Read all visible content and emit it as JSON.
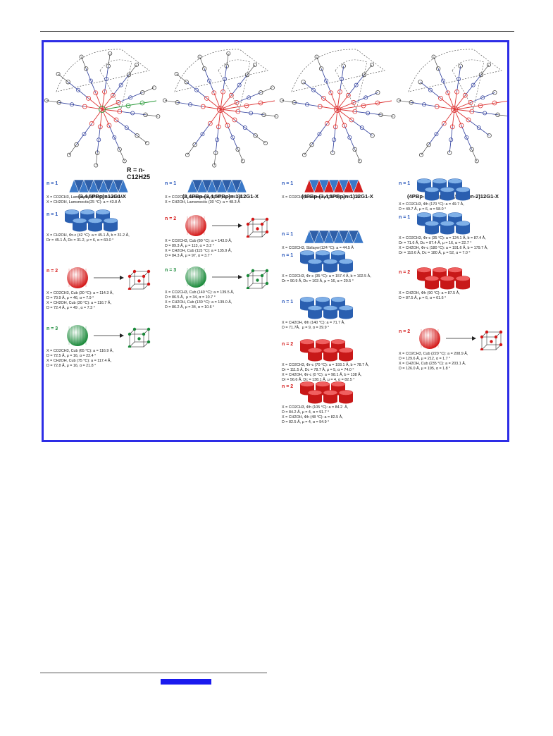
{
  "figure": {
    "r_label": "R = n-C12H25",
    "columns": [
      {
        "title": "(3,4,5PBp)n12G1-X",
        "items": [
          {
            "n": "n = 1",
            "color": "#1f4fb8",
            "shape": "lamellar",
            "lines": [
              "X = CO2CH3, Lamsmectic(25 °C): a = 45.5 Å",
              "X = CH2OH, Lamsmectic(25 °C): a = 43.8 Å"
            ]
          },
          {
            "n": "n = 1",
            "color": "#1f4fb8",
            "shape": "columns-blue",
            "lines": [
              "X = CH2OH, Φr-c (42 °C): a = 45.1 Å, b = 31.2 Å,",
              "Dr = 45.1 Å, Dc = 31.2, μ = 6, α = 60.0 °"
            ]
          },
          {
            "n": "n = 2",
            "color": "#d41818",
            "shape": "sphere-red",
            "lines": [
              "X = CO2CH3, Cub (30 °C): a = 114.3 Å,",
              "D = 70.9 Å, μ = 46, α = 7.9 °",
              "X = CH2OH, Cub (30 °C): a = 116.7 Å,",
              "D = 72.4 Å, μ = 49 , α = 7.3 °"
            ]
          },
          {
            "n": "n = 3",
            "color": "#1a8a3a",
            "shape": "sphere-green",
            "lines": [
              "X = CO2CH3, Cub (65 °C): a = 116.9 Å,",
              "D = 72.5 Å, μ = 16, α = 22.4 °",
              "X = CH2OH, Cub (75 °C): a = 117.4 Å,",
              "D = 72.8 Å, μ = 16, α = 21.8 °"
            ]
          }
        ]
      },
      {
        "title": "(3,4PBp-(3,4,5PBp)n-1)12G1-X",
        "items": [
          {
            "n": "n = 1",
            "color": "#1f4fb8",
            "shape": "lamellar",
            "lines": [
              "X = CO2CH3, Lamsmectic (30 °C): a = 49.9 Å",
              "X = CH2OH, Lamsmectic (30 °C): a = 48.3 Å"
            ]
          },
          {
            "n": "n = 2",
            "color": "#d41818",
            "shape": "sphere-red",
            "lines": [
              "X = CO2CH3, Cub (80 °C): a = 143.9 Å,",
              "D = 89.3 Å, μ = 113, α = 3.2 °",
              "X = CH2OH, Cub (115 °C): a = 135.9 Å,",
              "D = 84.3 Å, μ = 97, α = 3.7 °"
            ]
          },
          {
            "n": "n = 3",
            "color": "#1a8a3a",
            "shape": "sphere-green",
            "lines": [
              "X = CO2CH3, Cub (140 °C): a = 139.5 Å,",
              "D = 86.5 Å,  μ = 34, α = 10.7 °",
              "X = CH2OH, Cub (130 °C): a = 139.0 Å,",
              "D = 86.2 Å, μ = 34, α = 10.6 °"
            ]
          }
        ]
      },
      {
        "title": "(4PBp-(3,4,5PBp)n-1)12G1-X",
        "items": [
          {
            "n": "n = 1",
            "color": "#1f4fb8",
            "shape": "lamellar-red",
            "lines": [
              "X = CO2CH3, Lamsmectic (35 °C): a = 92.1 Å"
            ]
          },
          {
            "n": "n = 1",
            "color": "#1f4fb8",
            "shape": "lamellar",
            "lines": [
              "X = CO2CH3, Sbilayer(124 °C): a = 44.5 Å"
            ]
          },
          {
            "n": "n = 1",
            "color": "#1f4fb8",
            "shape": "columns-blue",
            "lines": [
              "X = CO2CH3, Φr-c (35 °C): a = 157.4 Å, b = 102.5 Å,",
              "Dr = 90.9 Å, Dc = 103 Å, μ = 16, α = 20.5 °"
            ]
          },
          {
            "n": "n = 1",
            "color": "#1f4fb8",
            "shape": "columns-blue",
            "lines": [
              "X = CH2OH, Φh (140 °C): a = 71.7 Å,",
              "D = 71.7Å,  μ = 9, α = 39.9 °"
            ]
          },
          {
            "n": "n = 2",
            "color": "#d41818",
            "shape": "columns-red",
            "lines": [
              "X = CO2CH3, Φr-c (70 °C): a = 193.1 Å, b = 78.7 Å,",
              "Dr = 111.5 Å, Dc = 78.7 Å, μ = 5, α = 74.0 °",
              "X = CH2OH, Φr-c (0 °C): a = 98.1 Å, b = 138 Å,",
              "Dr = 56.6 Å, Dc = 138.1 Å, μ = 4, α = 82.5 °"
            ]
          },
          {
            "n": "n = 2",
            "color": "#d41818",
            "shape": "columns-red",
            "lines": [
              "X = CO2CH3, Φh (105 °C): a = 84.2  Å,",
              "D = 84.2 Å, μ = 4, α = 91.7 °",
              "X = CH2OH, Φh (48 °C): a = 82.5 Å,",
              "D = 82.5 Å, μ = 4, α = 94.9 °"
            ]
          }
        ]
      },
      {
        "title": "(4PBp-3,4PBp-(3,4,5PBp)n-2)12G1-X",
        "items": [
          {
            "n": "n = 1",
            "color": "#1f4fb8",
            "shape": "columns-blue",
            "lines": [
              "X = CO2CH3, Φh (170 °C): a = 49.7 Å,",
              "D = 49.7 Å, μ = 6, α = 58.0 °"
            ]
          },
          {
            "n": "n = 1",
            "color": "#1f4fb8",
            "shape": "columns-blue",
            "lines": [
              "X = CO2CH3, Φr-c (35 °C): a = 124.1 Å, b = 87.4 Å,",
              "Dr = 71.6 Å, Dc = 87.4 Å, μ = 16, α = 22.7 °",
              "X = CH2OH, Φr-c (180 °C): a = 191.6 Å, b = 179.7 Å,",
              "Dr = 110.6 Å, Dc = 180 Å, μ = 52, α = 7.0 °"
            ]
          },
          {
            "n": "n = 2",
            "color": "#d41818",
            "shape": "columns-red",
            "lines": [
              "X = CH2OH, Φh (90 °C): a = 87.5 Å,",
              "D = 87.5 Å, μ = 6, α = 61.6 °"
            ]
          },
          {
            "n": "n = 2",
            "color": "#d41818",
            "shape": "sphere-red",
            "lines": [
              "X = CO2CH3, Cub (220 °C): a = 208.9 Å,",
              "D = 129.6 Å, μ = 212, α = 1.7 °",
              "X = CH2OH, Cub (235 °C): a = 203.1 Å,",
              "D = 126.0 Å, μ = 195, α = 1.8 °"
            ]
          }
        ]
      }
    ]
  }
}
